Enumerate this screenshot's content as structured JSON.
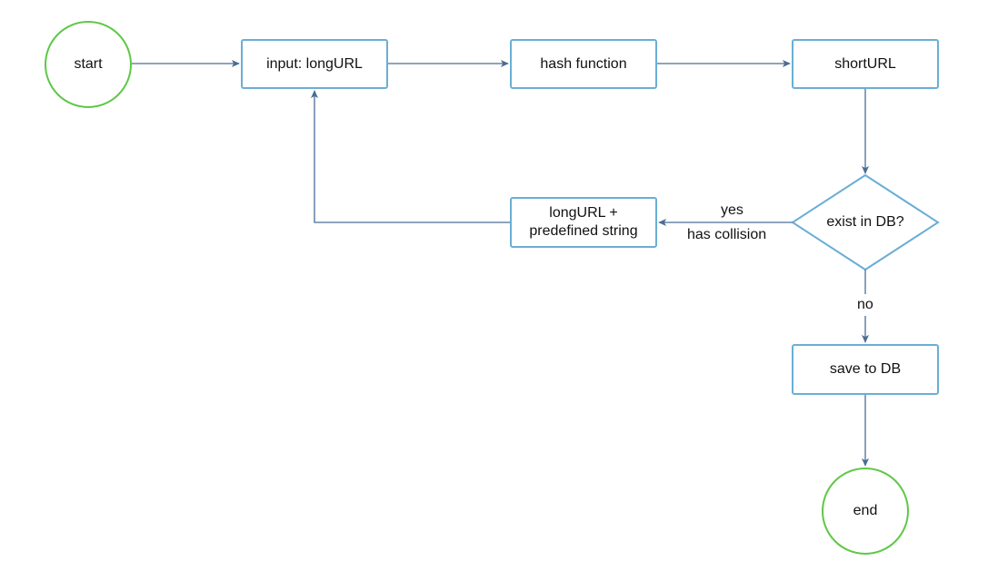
{
  "nodes": {
    "start": "start",
    "input": "input: longURL",
    "hash": "hash function",
    "short": "shortURL",
    "exist": "exist in DB?",
    "combine": [
      "longURL +",
      "predefined string"
    ],
    "save": "save to DB",
    "end": "end"
  },
  "edge_labels": {
    "yes": "yes",
    "collision": "has collision",
    "no": "no"
  },
  "colors": {
    "process_border": "#6aaed6",
    "terminal_border": "#5ec845",
    "decision_border": "#6aaed6",
    "edge": "#4a6d94"
  }
}
